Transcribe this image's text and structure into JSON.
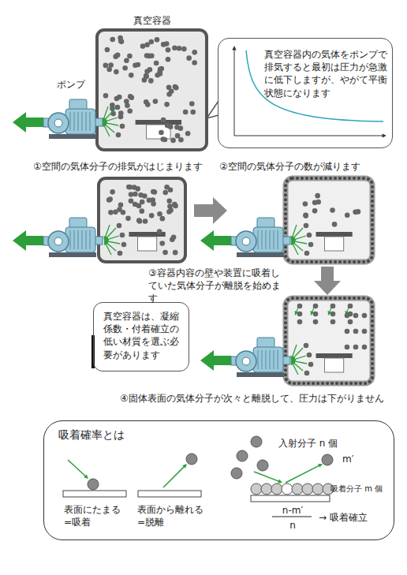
{
  "diagram": {
    "nodes": [
      {
        "text": [
          "真空容器"
        ]
      },
      {
        "text": [
          "真空容器内の気体をポンプで排気すると最初は圧力が急激に低下しますが、やがて平衡状態になります"
        ]
      },
      {
        "text": [
          "真空容器は、凝縮係数・付着確立の低い材質を選ぶ必要があります"
        ]
      },
      {
        "text": [
          "吸着確率とは",
          "表面にたまる =吸着",
          "表面から離れる =脱離",
          "入射分子 n 個",
          "m′",
          "吸着分子 m 個",
          "n-m′",
          "n",
          "→ 吸着確立"
        ]
      }
    ],
    "labels": [
      "ポンプ",
      "①空間の気体分子の排気がはじまります",
      "②空間の気体分子の数が減ります",
      "③容器内容の壁や装置に吸着していた気体分子が離脱を始めます",
      "④固体表面の気体分子が次々と離脱して、圧力は下がりません"
    ]
  }
}
